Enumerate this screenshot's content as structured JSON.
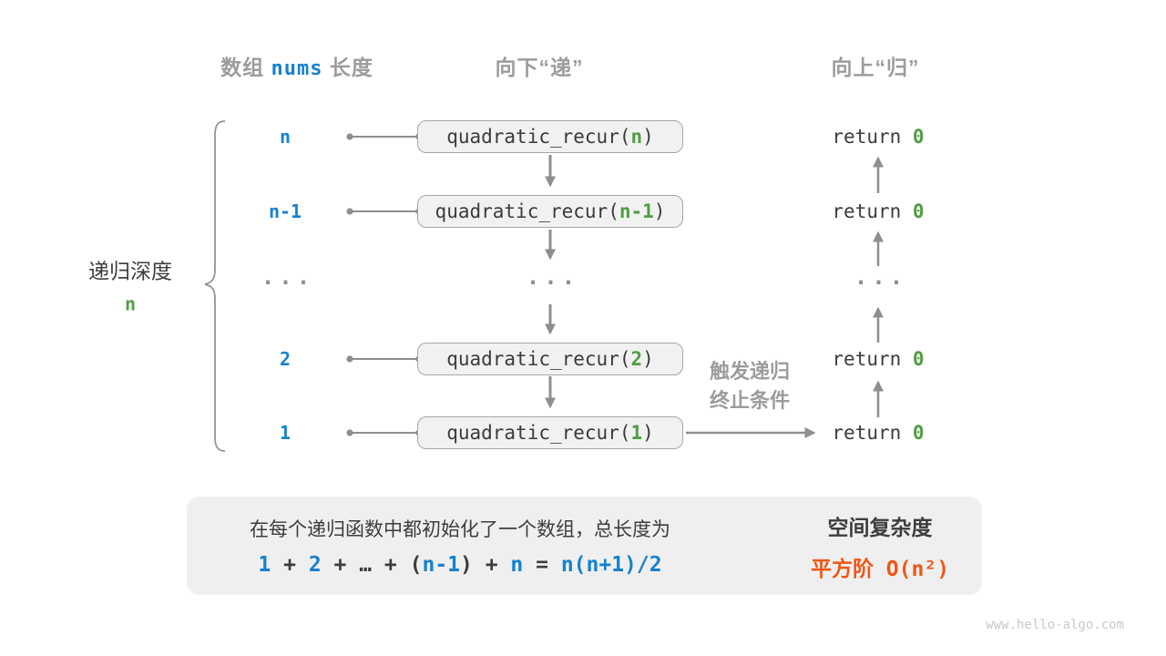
{
  "colors": {
    "blue": "#1581d0",
    "green": "#4f9d43",
    "orange": "#ee5716",
    "gray_text": "#9c9c9c",
    "dark_text": "#3d3d3d",
    "arrow_gray": "#8e8e8e",
    "box_bg": "#f1f1f1",
    "box_border": "#a6a6a6",
    "summary_bg": "#efefef",
    "block_arrow": "#c9c9c9",
    "watermark": "#c9c9c9"
  },
  "headers": {
    "col1_prefix": "数组 ",
    "col1_code": "nums",
    "col1_suffix": " 长度",
    "col2": "向下“递”",
    "col3": "向上“归”"
  },
  "brace_label": {
    "title": "递归深度",
    "value": "n"
  },
  "rows": [
    {
      "label": "n",
      "arg": "n"
    },
    {
      "label": "n-1",
      "arg": "n-1"
    },
    {
      "label": "2",
      "arg": "2"
    },
    {
      "label": "1",
      "arg": "1"
    }
  ],
  "call": {
    "fn": "quadratic_recur(",
    "close": ")"
  },
  "ret": {
    "kw": "return ",
    "val": "0"
  },
  "ellipsis": "...",
  "annotation": {
    "line1": "触发递归",
    "line2": "终止条件"
  },
  "summary": {
    "line1": "在每个递归函数中都初始化了一个数组，总长度为",
    "formula": {
      "p1": "1",
      "p2": " + ",
      "p3": "2",
      "p4": " + ",
      "p5": "… + (",
      "p6": "n-1",
      "p7": ") + ",
      "p8": "n",
      "p9": " = ",
      "p10": "n(n+1)/2"
    },
    "result_title": "空间复杂度",
    "result_value": "平方阶 O(n²)"
  },
  "watermark": "www.hello-algo.com"
}
